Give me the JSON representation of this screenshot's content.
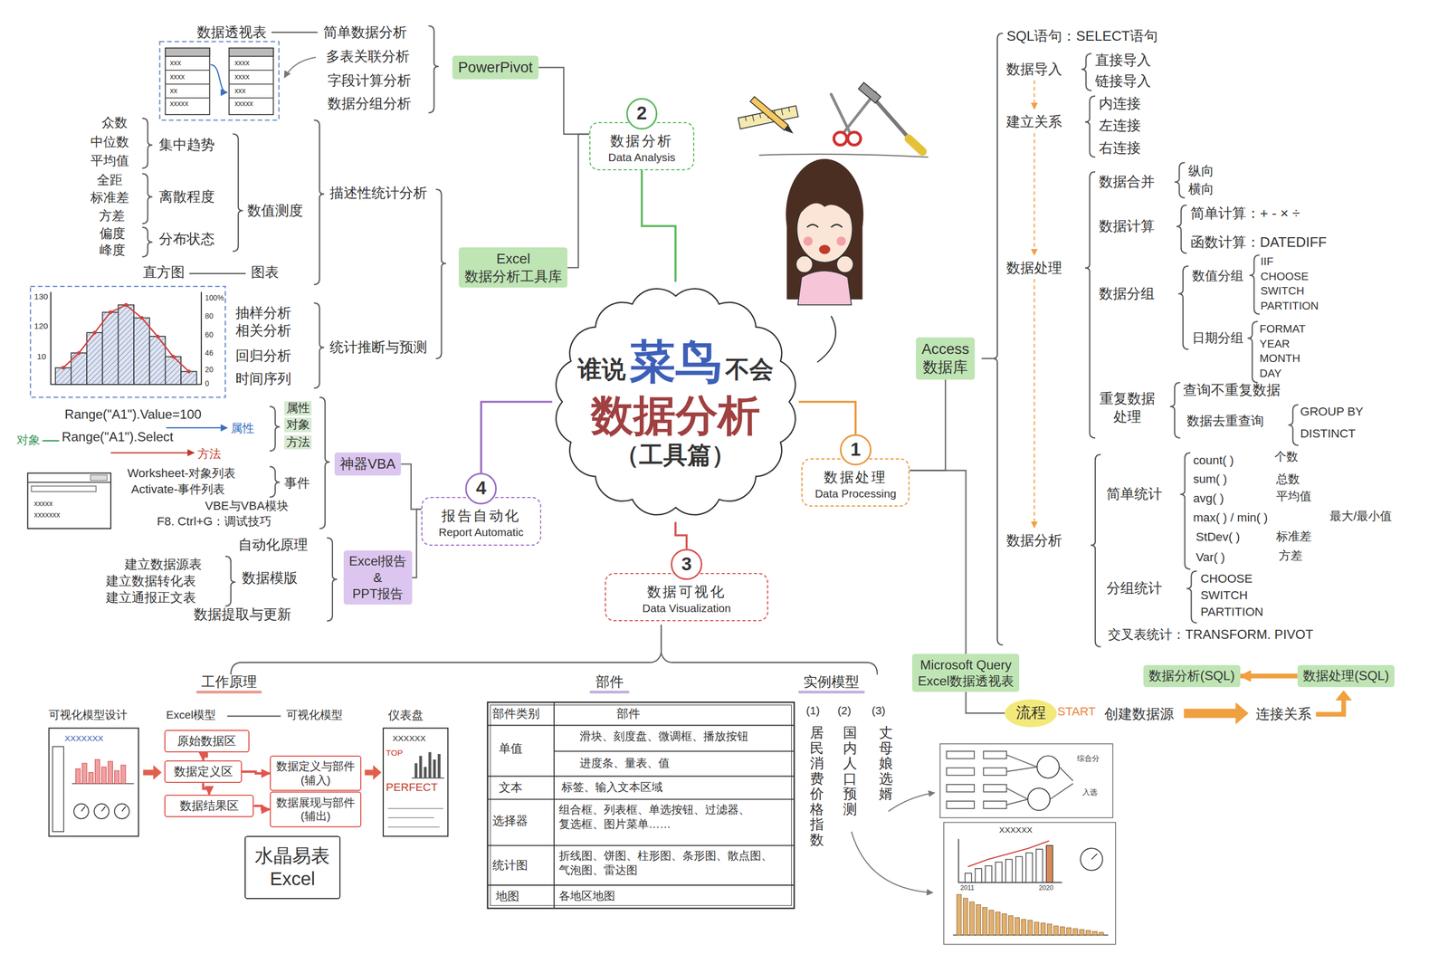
{
  "diagram": {
    "nodes": [
      {
        "text": [
          "谁说",
          "菜鸟",
          "不会",
          "数据分析",
          "（工具篇）"
        ]
      },
      {
        "text": [
          "1",
          "数据处理",
          "Data Processing"
        ]
      },
      {
        "text": [
          "2",
          "数据分析",
          "Data Analysis"
        ]
      },
      {
        "text": [
          "3",
          "数据可视化",
          "Data Visualization"
        ]
      },
      {
        "text": [
          "4",
          "报告自动化",
          "Report Automatic"
        ]
      },
      {
        "text": [
          "PowerPivot"
        ]
      },
      {
        "text": [
          "Excel",
          "数据分析工具库"
        ]
      },
      {
        "text": [
          "Access",
          "数据库"
        ]
      },
      {
        "text": [
          "Microsoft Query",
          "Excel数据透视表"
        ]
      },
      {
        "text": [
          "神器VBA"
        ]
      },
      {
        "text": [
          "Excel报告",
          "&",
          "PPT报告"
        ]
      },
      {
        "text": [
          "流程"
        ]
      },
      {
        "text": [
          "数据分析(SQL)"
        ]
      },
      {
        "text": [
          "数据处理(SQL)"
        ]
      },
      {
        "text": [
          "原始数据区"
        ]
      },
      {
        "text": [
          "数据定义区"
        ]
      },
      {
        "text": [
          "数据结果区"
        ]
      },
      {
        "text": [
          "数据定义与部件",
          "(辅入)"
        ]
      },
      {
        "text": [
          "数据展现与部件",
          "(辅出)"
        ]
      },
      {
        "text": [
          "水晶易表",
          "Excel"
        ]
      }
    ],
    "edges": [
      {
        "from": 0,
        "to": 1,
        "arrow": "none"
      },
      {
        "from": 0,
        "to": 2,
        "arrow": "none"
      },
      {
        "from": 0,
        "to": 3,
        "arrow": "none"
      },
      {
        "from": 0,
        "to": 4,
        "arrow": "none"
      },
      {
        "from": 2,
        "to": 5,
        "arrow": "none"
      },
      {
        "from": 2,
        "to": 6,
        "arrow": "none"
      },
      {
        "from": 1,
        "to": 7,
        "arrow": "none"
      },
      {
        "from": 1,
        "to": 8,
        "arrow": "none"
      },
      {
        "from": 4,
        "to": 9,
        "arrow": "none"
      },
      {
        "from": 4,
        "to": 10,
        "arrow": "none"
      },
      {
        "from": 8,
        "to": 11,
        "arrow": "none"
      },
      {
        "from": 13,
        "to": 12,
        "arrow": "to"
      },
      {
        "from": 14,
        "to": 15,
        "arrow": "to"
      },
      {
        "from": 15,
        "to": 16,
        "arrow": "to"
      },
      {
        "from": 15,
        "to": 17,
        "arrow": "to"
      },
      {
        "from": 16,
        "to": 18,
        "arrow": "to"
      }
    ],
    "labels": [
      "数据透视表",
      "简单数据分析",
      "多表关联分析",
      "字段计算分析",
      "数据分组分析",
      "xxx",
      "xxxx",
      "xx",
      "xxxxx",
      "xxxx",
      "xxxx",
      "xxx",
      "xxxxx",
      "众数",
      "中位数",
      "平均值",
      "集中趋势",
      "全距",
      "标准差",
      "方差",
      "离散程度",
      "偏度",
      "峰度",
      "分布状态",
      "数值测度",
      "描述性统计分析",
      "直方图",
      "图表",
      "130",
      "120",
      "10",
      "100%",
      "80",
      "60",
      "46",
      "20",
      "0",
      "抽样分析",
      "相关分析",
      "回归分析",
      "时间序列",
      "统计推断与预测",
      "Range(\"A1\").Value=100",
      "属性",
      "对象",
      "Range(\"A1\").Select",
      "方法",
      "属性",
      "对象",
      "方法",
      "Worksheet-对象列表",
      "Activate-事件列表",
      "事件",
      "VBE与VBA模块",
      "F8. Ctrl+G：调试技巧",
      "xxxxx",
      "xxxxxxx",
      "自动化原理",
      "建立数据源表",
      "建立数据转化表",
      "建立通报正文表",
      "数据模版",
      "数据提取与更新",
      "SQL语句：SELECT语句",
      "数据导入",
      "直接导入",
      "链接导入",
      "建立关系",
      "内连接",
      "左连接",
      "右连接",
      "数据处理",
      "数据合并",
      "纵向",
      "横向",
      "数据计算",
      "简单计算：+ - × ÷",
      "函数计算：DATEDIFF",
      "数据分组",
      "数值分组",
      "IIF",
      "CHOOSE",
      "SWITCH",
      "PARTITION",
      "日期分组",
      "FORMAT",
      "YEAR",
      "MONTH",
      "DAY",
      "重复数据 处理",
      "查询不重复数据",
      "数据去重查询",
      "GROUP BY",
      "DISTINCT",
      "数据分析",
      "简单统计",
      "count( )",
      "个数",
      "sum( )",
      "总数",
      "avg( )",
      "平均值",
      "max( ) / min( )",
      "最大/最小值",
      "StDev( )",
      "标准差",
      "Var( )",
      "方差",
      "分组统计",
      "CHOOSE",
      "SWITCH",
      "PARTITION",
      "交叉表统计：TRANSFORM. PIVOT",
      "START",
      "创建数据源",
      "连接关系",
      "综合分",
      "入选",
      "XXXXXX",
      "2011",
      "2020",
      "工作原理",
      "部件",
      "实例模型",
      "可视化模型设计",
      "Excel模型",
      "可视化模型",
      "仪表盘",
      "XXXXXXX",
      "XXXXXX",
      "TOP",
      "PERFECT",
      "部件类别",
      "部件",
      "单值",
      "滑块、刻度盘、微调框、播放按钮",
      "进度条、量表、值",
      "文本",
      "标签、输入文本区域",
      "选择器",
      "组合框、列表框、单选按钮、过滤器、 复选框、图片菜单……",
      "统计图",
      "折线图、饼图、柱形图、条形图、散点图、 气泡图、雷达图",
      "地图",
      "各地区地图",
      "(1)",
      "居民消费价格指数",
      "(2)",
      "国内人口预测",
      "(3)",
      "丈母娘选婿"
    ]
  }
}
